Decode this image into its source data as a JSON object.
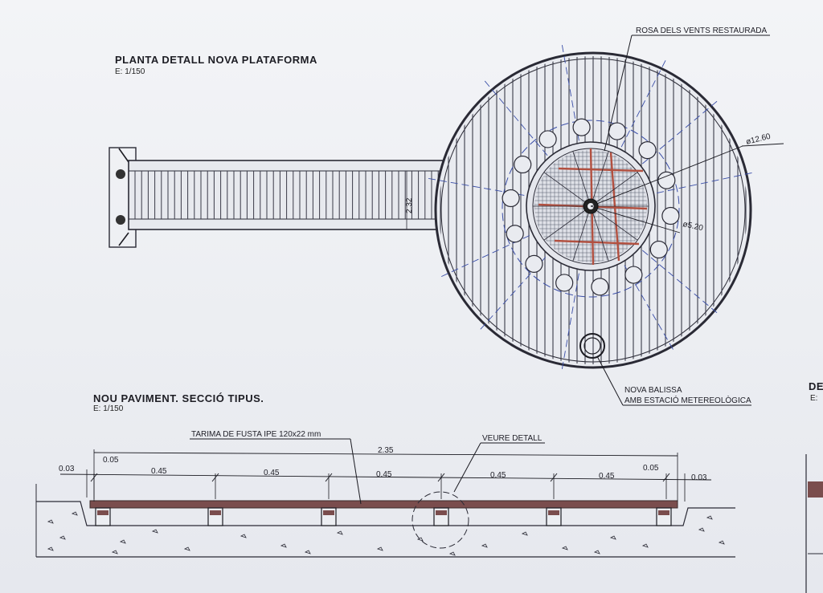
{
  "plan": {
    "title": "PLANTA DETALL NOVA PLATAFORMA",
    "scale": "E: 1/150",
    "label_rose": "ROSA DELS VENTS RESTAURADA",
    "dim_outer": "ø12.60",
    "dim_inner": "ø5.20",
    "dim_walkway": "2.32",
    "label_beacon_1": "NOVA BALISSA",
    "label_beacon_2": "AMB ESTACIÓ METEREOLÒGICA"
  },
  "section": {
    "title": "NOU PAVIMENT. SECCIÓ TIPUS.",
    "scale": "E: 1/150",
    "label_deck": "TARIMA DE FUSTA IPE 120x22 mm",
    "label_detail": "VEURE DETALL",
    "dim_total": "2.35",
    "dim_edge_left": "0.03",
    "dim_edge_right": "0.03",
    "dim_small_left": "0.05",
    "dim_small_right": "0.05",
    "dim_spans": [
      "0.45",
      "0.45",
      "0.45",
      "0.45",
      "0.45"
    ]
  },
  "right_cut": {
    "title": "DE",
    "scale": "E:"
  },
  "colors": {
    "ink": "#2a2a35",
    "grid": "#3a3a48",
    "beam": "#b25040",
    "axis": "#3b4fa8",
    "deck": "#7a4d4d"
  }
}
